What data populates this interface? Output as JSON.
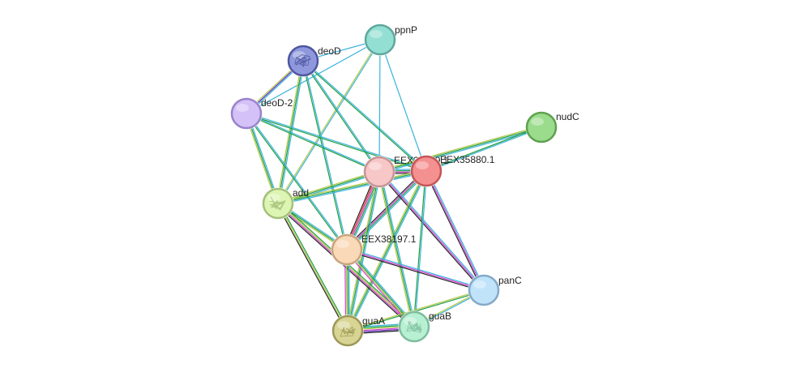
{
  "nodes": [
    {
      "id": "ppnP",
      "label": "ppnP",
      "fill": "#93dfd3",
      "stroke": "#5ea89e",
      "icon": "none"
    },
    {
      "id": "deoD",
      "label": "deoD",
      "fill": "#8f98dc",
      "stroke": "#4f57a0",
      "icon": "protein-structure-icon"
    },
    {
      "id": "deoD-2",
      "label": "deoD-2",
      "fill": "#d4c1f7",
      "stroke": "#9a82cc",
      "icon": "none"
    },
    {
      "id": "nudC",
      "label": "nudC",
      "fill": "#9bdc8c",
      "stroke": "#5ea14f",
      "icon": "none"
    },
    {
      "id": "EEX37769.1",
      "label": "EEX37769.1",
      "fill": "#f7c7c7",
      "stroke": "#c79494",
      "icon": "none"
    },
    {
      "id": "EEX35880.1",
      "label": "EEX35880.1",
      "fill": "#f59090",
      "stroke": "#c45656",
      "icon": "none"
    },
    {
      "id": "add",
      "label": "add",
      "fill": "#dcf5b3",
      "stroke": "#a3c07a",
      "icon": "protein-structure-icon"
    },
    {
      "id": "EEX38197.1",
      "label": "EEX38197.1",
      "fill": "#fad9b9",
      "stroke": "#c9a47e",
      "icon": "none"
    },
    {
      "id": "panC",
      "label": "panC",
      "fill": "#c0e3fa",
      "stroke": "#83a9c8",
      "icon": "none"
    },
    {
      "id": "guaA",
      "label": "guaA",
      "fill": "#d8d494",
      "stroke": "#9c9857",
      "icon": "protein-structure-icon"
    },
    {
      "id": "guaB",
      "label": "guaB",
      "fill": "#b8f0d4",
      "stroke": "#7dbd9c",
      "icon": "protein-structure-icon"
    }
  ],
  "edges": [
    {
      "source": "deoD",
      "target": "ppnP",
      "colors": [
        "#3ab3dc"
      ]
    },
    {
      "source": "deoD-2",
      "target": "ppnP",
      "colors": [
        "#3ab3dc"
      ]
    },
    {
      "source": "deoD",
      "target": "deoD-2",
      "colors": [
        "#3ab3dc",
        "#5b2fb5",
        "#b2c848"
      ]
    },
    {
      "source": "ppnP",
      "target": "EEX37769.1",
      "colors": [
        "#3ab3dc"
      ]
    },
    {
      "source": "ppnP",
      "target": "EEX35880.1",
      "colors": [
        "#3ab3dc"
      ]
    },
    {
      "source": "ppnP",
      "target": "add",
      "colors": [
        "#3ab3dc",
        "#b2c848"
      ]
    },
    {
      "source": "deoD",
      "target": "EEX37769.1",
      "colors": [
        "#3ab3dc",
        "#1f9e42"
      ]
    },
    {
      "source": "deoD",
      "target": "EEX35880.1",
      "colors": [
        "#3ab3dc",
        "#1f9e42"
      ]
    },
    {
      "source": "deoD",
      "target": "add",
      "colors": [
        "#3ab3dc",
        "#1f9e42",
        "#b2c848"
      ]
    },
    {
      "source": "deoD",
      "target": "EEX38197.1",
      "colors": [
        "#3ab3dc",
        "#1f9e42"
      ]
    },
    {
      "source": "deoD-2",
      "target": "EEX37769.1",
      "colors": [
        "#3ab3dc",
        "#1f9e42"
      ]
    },
    {
      "source": "deoD-2",
      "target": "EEX35880.1",
      "colors": [
        "#3ab3dc",
        "#1f9e42"
      ]
    },
    {
      "source": "deoD-2",
      "target": "add",
      "colors": [
        "#3ab3dc",
        "#1f9e42",
        "#b2c848"
      ]
    },
    {
      "source": "deoD-2",
      "target": "EEX38197.1",
      "colors": [
        "#3ab3dc",
        "#1f9e42"
      ]
    },
    {
      "source": "nudC",
      "target": "EEX37769.1",
      "colors": [
        "#3ab3dc",
        "#1f9e42",
        "#b2c848"
      ]
    },
    {
      "source": "nudC",
      "target": "EEX35880.1",
      "colors": [
        "#3ab3dc",
        "#1f9e42"
      ]
    },
    {
      "source": "EEX37769.1",
      "target": "EEX35880.1",
      "colors": [
        "#3ab3dc",
        "#1f9e42",
        "#d43fd4",
        "#222222"
      ]
    },
    {
      "source": "EEX37769.1",
      "target": "add",
      "colors": [
        "#3ab3dc",
        "#1f9e42",
        "#b2c848"
      ]
    },
    {
      "source": "EEX35880.1",
      "target": "add",
      "colors": [
        "#3ab3dc",
        "#1f9e42",
        "#b2c848"
      ]
    },
    {
      "source": "EEX37769.1",
      "target": "EEX38197.1",
      "colors": [
        "#3ab3dc",
        "#1f9e42",
        "#d43fd4",
        "#e03030",
        "#222222"
      ]
    },
    {
      "source": "EEX35880.1",
      "target": "EEX38197.1",
      "colors": [
        "#3ab3dc",
        "#1f9e42",
        "#d43fd4",
        "#222222"
      ]
    },
    {
      "source": "EEX37769.1",
      "target": "panC",
      "colors": [
        "#3ab3dc",
        "#d43fd4",
        "#222222"
      ]
    },
    {
      "source": "EEX35880.1",
      "target": "panC",
      "colors": [
        "#3ab3dc",
        "#d43fd4",
        "#222222"
      ]
    },
    {
      "source": "EEX37769.1",
      "target": "guaA",
      "colors": [
        "#3ab3dc",
        "#1f9e42",
        "#b2c848"
      ]
    },
    {
      "source": "EEX35880.1",
      "target": "guaA",
      "colors": [
        "#3ab3dc",
        "#1f9e42",
        "#b2c848"
      ]
    },
    {
      "source": "EEX37769.1",
      "target": "guaB",
      "colors": [
        "#3ab3dc",
        "#1f9e42",
        "#b2c848"
      ]
    },
    {
      "source": "EEX35880.1",
      "target": "guaB",
      "colors": [
        "#3ab3dc",
        "#1f9e42"
      ]
    },
    {
      "source": "add",
      "target": "EEX38197.1",
      "colors": [
        "#3ab3dc",
        "#1f9e42",
        "#b2c848"
      ]
    },
    {
      "source": "add",
      "target": "guaA",
      "colors": [
        "#1f9e42",
        "#b2c848",
        "#222222"
      ]
    },
    {
      "source": "add",
      "target": "guaB",
      "colors": [
        "#1f9e42",
        "#b2c848",
        "#d43fd4",
        "#222222"
      ]
    },
    {
      "source": "EEX38197.1",
      "target": "panC",
      "colors": [
        "#3ab3dc",
        "#d43fd4",
        "#222222"
      ]
    },
    {
      "source": "EEX38197.1",
      "target": "guaA",
      "colors": [
        "#3ab3dc",
        "#1f9e42",
        "#b2c848",
        "#d43fd4"
      ]
    },
    {
      "source": "EEX38197.1",
      "target": "guaB",
      "colors": [
        "#3ab3dc",
        "#1f9e42",
        "#b2c848",
        "#d43fd4"
      ]
    },
    {
      "source": "guaA",
      "target": "guaB",
      "colors": [
        "#3ab3dc",
        "#1f9e42",
        "#b2c848",
        "#d43fd4",
        "#5b2fb5",
        "#222222"
      ]
    },
    {
      "source": "guaA",
      "target": "panC",
      "colors": [
        "#b2c848",
        "#1f9e42"
      ]
    },
    {
      "source": "guaB",
      "target": "panC",
      "colors": [
        "#b2c848",
        "#3ab3dc"
      ]
    }
  ]
}
